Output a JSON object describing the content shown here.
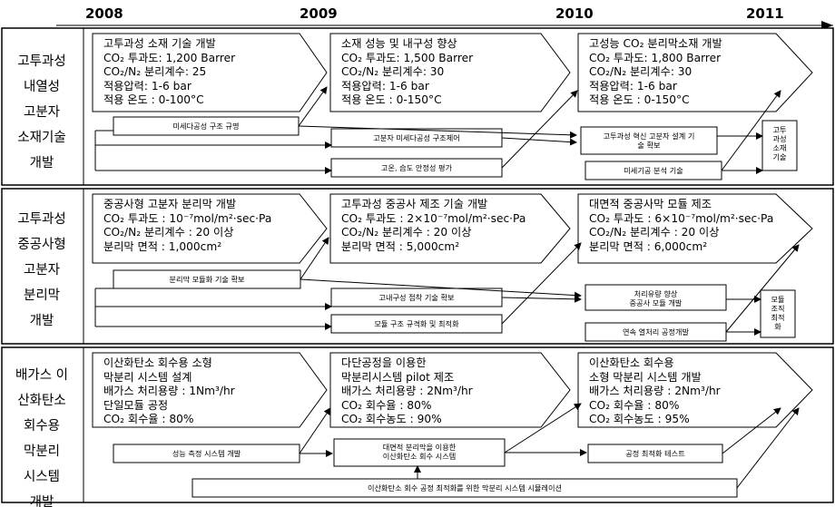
{
  "years": [
    "2008",
    "2009",
    "2010",
    "2011"
  ],
  "rows": [
    {
      "label": [
        "고투과성",
        "내열성",
        "고분자",
        "소재기술",
        "개발"
      ],
      "pentagons": [
        [
          "고투과성 소재 기술 개발",
          "CO₂ 투과도: 1,200 Barrer",
          "CO₂/N₂ 분리계수: 25",
          "적용압력: 1-6 bar",
          "적용 온도 : 0-100°C"
        ],
        [
          "소재 성능 및 내구성 향상",
          "CO₂ 투과도: 1,500 Barrer",
          "CO₂/N₂ 분리계수: 30",
          "적용압력: 1-6 bar",
          "적용 온도 : 0-150°C"
        ],
        [
          "고성능 CO₂ 분리막소재 개발",
          "CO₂ 투과도: 1,800 Barrer",
          "CO₂/N₂ 분리계수: 30",
          "적용압력: 1-6 bar",
          "적용 온도 : 0-150°C"
        ]
      ],
      "tasks": [
        [
          "미세다공성 구조 규명"
        ],
        [
          "고분자 미세다공성 구조제어"
        ],
        [
          "고온, 습도 안정성 평가"
        ],
        [
          "고투과성 혁신 고분자 설계 기",
          "술 확보"
        ],
        [
          "미세기공 분석 기술"
        ],
        [
          "고투",
          "과성",
          "소재",
          "기술"
        ]
      ]
    },
    {
      "label": [
        "고투과성",
        "중공사형",
        "고분자",
        "분리막",
        "개발"
      ],
      "pentagons": [
        [
          "중공사형 고분자 분리막 개발",
          "CO₂ 투과도 : 10⁻⁷mol/m²·sec·Pa",
          "CO₂/N₂ 분리계수 : 20 이상",
          "분리막 면적 : 1,000cm²"
        ],
        [
          "고투과성 중공사 제조 기술 개발",
          "CO₂ 투과도 : 2×10⁻⁷mol/m²·sec·Pa",
          "CO₂/N₂ 분리계수 : 20 이상",
          "분리막 면적 : 5,000cm²"
        ],
        [
          "대면적 중공사막 모듈 제조",
          "CO₂ 투과도 : 6×10⁻⁷mol/m²·sec·Pa",
          "CO₂/N₂ 분리계수 : 20 이상",
          "분리막 면적 : 6,000cm²"
        ]
      ],
      "tasks": [
        [
          "분리막 모듈화 기술 확보"
        ],
        [
          "고내구성 접착 기술 확보"
        ],
        [
          "모듈 구조 규격화 및 최적화"
        ],
        [
          "처리유량 향상",
          "중공사 모듈 개발"
        ],
        [
          "연속 열처리 공정개발"
        ],
        [
          "모듈",
          "조직",
          "최적",
          "화"
        ]
      ]
    },
    {
      "label": [
        "배가스 이",
        "산화탄소",
        "회수용",
        "막분리",
        "시스템",
        "개발"
      ],
      "pentagons": [
        [
          "이산화탄소 회수용 소형",
          "막분리 시스템 설계",
          "배가스 처리용량 : 1Nm³/hr",
          "단일모듈 공정",
          "CO₂ 회수율 : 80%"
        ],
        [
          "다단공정을 이용한",
          "막분리시스템 pilot 제조",
          "배가스 처리용량 : 2Nm³/hr",
          "CO₂ 회수율 : 80%",
          "CO₂ 회수농도 : 90%"
        ],
        [
          "이산화탄소 회수용",
          "소형 막분리 시스템 개발",
          "배가스 처리용량 : 2Nm³/hr",
          "CO₂ 회수율 : 80%",
          "CO₂ 회수농도 : 95%"
        ]
      ],
      "tasks": [
        [
          "성능 측정 시스템 개발"
        ],
        [
          "대면적 분리막을 이용한",
          "이산화탄소 회수 시스템"
        ],
        [
          "공정 최적화 테스트"
        ],
        [
          "이산화탄소 회수 공정 최적화를 위한 막분리 시스템 시뮬레이션"
        ]
      ]
    }
  ]
}
